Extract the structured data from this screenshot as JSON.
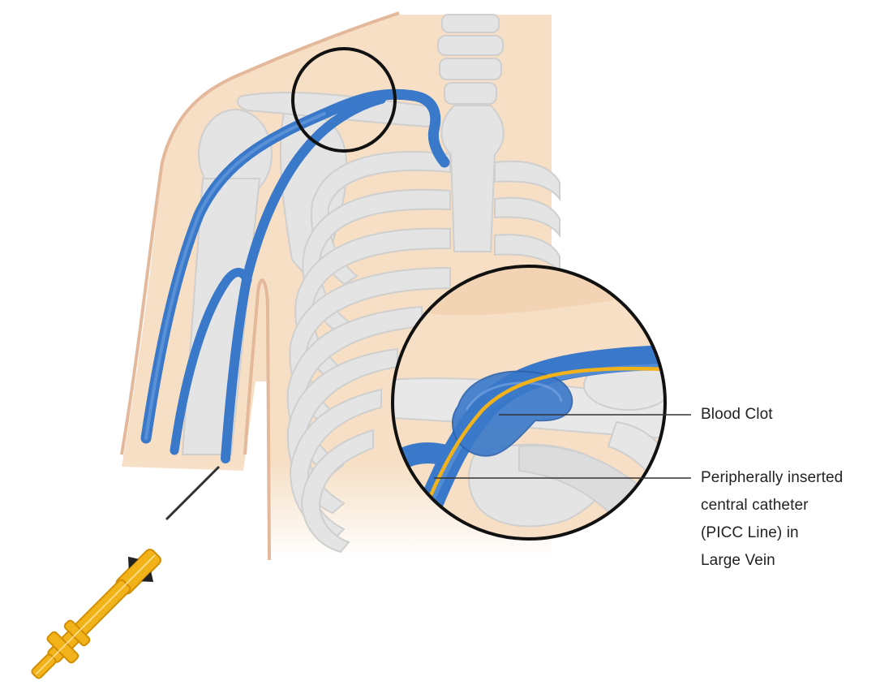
{
  "labels": {
    "blood_clot": "Blood Clot",
    "picc_lines": [
      "Peripherally inserted",
      "central catheter",
      "(PICC Line) in",
      "Large Vein"
    ]
  },
  "colors": {
    "skin": "#f6dfc4",
    "skin_outline": "#e4b89a",
    "bone": "#e6e6e6",
    "bone_shadow": "#cfcfcf",
    "vein": "#3a78c9",
    "vein_light": "#5f97dc",
    "catheter": "#f2b21a",
    "circle_outline": "#111111"
  },
  "icons": [
    "picc-catheter-hub-icon",
    "zoom-circle-icon"
  ]
}
